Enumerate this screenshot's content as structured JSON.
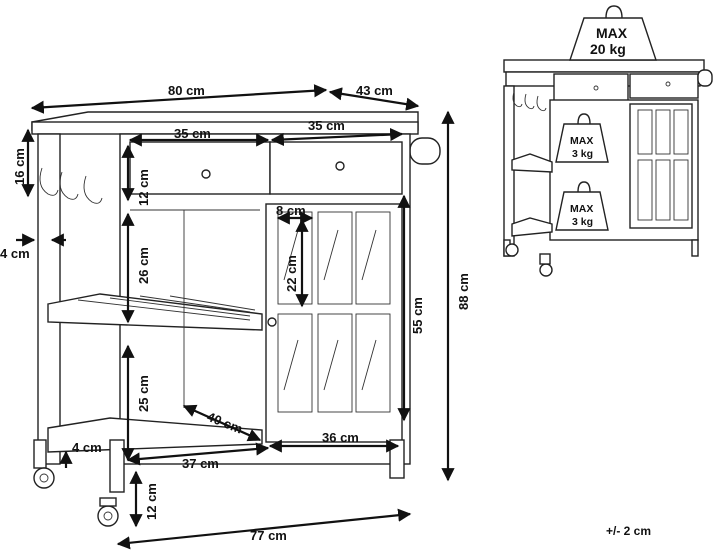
{
  "dimensions": {
    "width_top": "80 cm",
    "depth_top": "43 cm",
    "drawer_left": "35 cm",
    "drawer_right": "35 cm",
    "hook_rail": "16 cm",
    "drawer_height": "12 cm",
    "side_offset": "4 cm",
    "door_pane_width": "8 cm",
    "upper_shelf_gap": "26 cm",
    "pane_height": "22 cm",
    "door_height": "55 cm",
    "total_height": "88 cm",
    "lower_shelf_gap": "25 cm",
    "shelf_depth": "40 cm",
    "bottom_rail": "4 cm",
    "bottom_shelf_left": "37 cm",
    "bottom_shelf_right": "36 cm",
    "wheel_height": "12 cm",
    "base_width": "77 cm"
  },
  "weights": {
    "top_line1": "MAX",
    "top_line2": "20 kg",
    "mid_line1": "MAX",
    "mid_line2": "3 kg",
    "low_line1": "MAX",
    "low_line2": "3 kg"
  },
  "tolerance": "+/- 2 cm"
}
